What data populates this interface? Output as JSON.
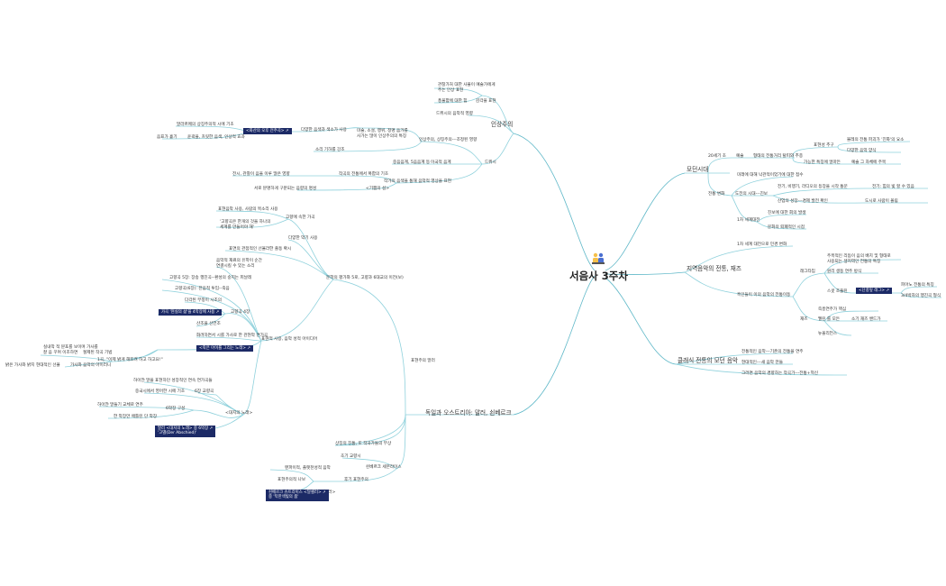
{
  "root": {
    "title": "서음사 3주차"
  },
  "colors": {
    "line": "#8fd1dc",
    "line_dark": "#5fb8c8",
    "badge": "#1c2a66"
  },
  "right": {
    "b1": {
      "label": "모던시대",
      "c1": {
        "label": "20세기 초",
        "art": "예술",
        "art_d": "형태의 전통거리 탈피와 추종",
        "art_d1": "표현성 추구",
        "art_d1a": "불레의 전통 파괴가 '진화'의 요소",
        "art_d1b": "다양한 음악 양식",
        "art_d2": "가능한 특징에 얼마든",
        "art_d2a": "예술 그 자체에 주목"
      },
      "c2": {
        "label": "전통 변화",
        "a": "미래에 대해 낙관적이었기에 대한 접수",
        "b": "도전의 시대---진보",
        "b1": "전기, 비행기, 라디오의 등장을 시작 통문",
        "b1a": "전기: 힘의 빛 할 수 있음",
        "b2": "산업의 성장---경제 발전 확인",
        "b2a": "도시로 사람이 몰림",
        "c": "1차 세계대전",
        "c1": "진보에 대한 회의 발생",
        "c2": "문화의 퇴폐적인 시점"
      }
    },
    "b2": {
      "label": "지역음악의 전통, 재즈",
      "a": "1차 세계 대전으로 민경 변화",
      "b": "흑인들이 이의 음악의 전통이동",
      "r": "래그타임",
      "r1": "주목적인 리듬이 음의 배치 및 형태로",
      "r1b": "사용되는 생지역인 전통의 특징",
      "r2": "원리 생동 연주 방식",
      "r3": "스콧 조플린",
      "r3b": "<단풍잎 래그>",
      "r3c": "피아노 전통의 특징",
      "r3d": "3/4박자의 행진곡 형식",
      "j": "재즈",
      "j1": "즉흥연주가 핵심",
      "j2": "멜린 를 모든",
      "j2a": "소기 재즈 밴드가",
      "j3": "뉴올리언스"
    },
    "b3": {
      "label": "클래식 전통의 모던 음악",
      "a": "전통적인 음악---기존의 전통을 연주",
      "b": "현대적인---새 음악 만들",
      "c": "그러면 음악의 경향하는 작곡가---전통+혁신"
    }
  },
  "left": {
    "u1": {
      "label": "인상주의",
      "a1": "관찰가처 대한 사물이 예술가에게",
      "a1b": "주는 인상 표현",
      "a2": "풍물함에 대한 힘",
      "a2b": "감각을 표현",
      "a3": "드뷔시의 음악적 영향",
      "d": "드뷔시",
      "d1": "인상주의, 상징주의---조정된 영향",
      "d1a": "미술, 소설, 행위, 정명 음가를",
      "d1b": "사가는 많이 인상주의의 특징",
      "d1a1": "다양한 음색과 색소가 사용",
      "d1a2": "<화산의 오후 전주곡>",
      "d1a3": "말라르메의 상징주의적 시에 기초",
      "d1a4": "음표가 흩기",
      "d1a5": "윤곽을, 흐릿한 음색, 인상적 효과",
      "d1c": "소리 기하를 강조",
      "d2": "이국적 음계",
      "d2a": "중음음계, 5음음계 등",
      "d3": "작가의 음색을 통해 음악적 영상을 표현",
      "d3a": "작곡의 전통에서 복합의 기초",
      "d3a1": "전시, 관찰이 음을 이루 많은 영향",
      "d3b": "<기쁨의 섬>",
      "d3b1": "서로 분명하게 구분되는 음향의 명성"
    },
    "u2": {
      "label": "독일과 오스트리아: 말러, 쇤베르크",
      "m": "표현주의 말러",
      "m1": "문학의 평가와 5로, 고향과 6대교의 이전(보)",
      "m1a": "고향에 속한 가곡",
      "m1a1": "표현음악 사용, 사람의 목소리 사용",
      "m1a2": "'고향곡은 한개의 것을 하나의",
      "m1a3": "세계를 만들어야 해'",
      "m1b": "다양한 악기 사용",
      "m1c": "표면의 관점적인 선율라한 출동 확시",
      "m2": "표현적 사용, 음악 성적 아이디어",
      "m2a": "음악적 재료의 유학이 순간",
      "m2a1": "연결시킬 수 있는 소리",
      "m2b": "고향곡 5장: 장송 행진곡--환성의 숭지는 피날레",
      "m2c": "고향곡(6장): 잔음적 투입--죽음",
      "m2d": "다각된 부정이 시조의",
      "m2e": "고향곡 4장",
      "m2e1": "가곡 '현실의 삶'을 4악장에 사용",
      "m2e2": "산조을 선언조",
      "m2f": "화려하면서 시를 가사로 한 관현악 연가곡",
      "m2g": "<죽은 아이를 그리는 노래>",
      "m2g1": "1곡, \"이제 밝게 해뜨려 하고 하고요!\"",
      "m2g2": "절제된 작곡 기법",
      "m2g2a": "실내악 적 분포를 보이며 가사를",
      "m2g2b": "잘 음 꾸며 이조하면",
      "m2g3": "가사와 음악의 아이러니",
      "m2g3a": "밝은 가사와 밝지 현대적인 선율",
      "m3": "<대지의 노래>",
      "m3a": "하이얀 말을 표현하던 성장적인 연속 연가곡들",
      "m3b": "중국시에서 영어한 시에 기초",
      "m3c": "6장 교향곡",
      "m3d": "하이얀 말들기 교체로 연주",
      "m3e": "6악장 구성",
      "m3f": "한 악장만 애틀린 단 악장",
      "m3g": "말러 <대지의 노래> 중 6악장",
      "m3g2": "'고별(Der Abschied)'",
      "m4": "상징의 진통, 또 작곡가들의 부상",
      "s": "쇤베르크 세븐라이스",
      "s1": "초기 교향시",
      "s2": "후기 표현주의",
      "s2a": "표현주의적 나보",
      "s2a1": "맨파이적, 플랫천성적 음악",
      "s2b": "<달셀러>",
      "s2b1": "쇤베르크 슈트라이스 <달셀러>",
      "s2b2": "중 '탁한색빛의 춤'"
    }
  }
}
